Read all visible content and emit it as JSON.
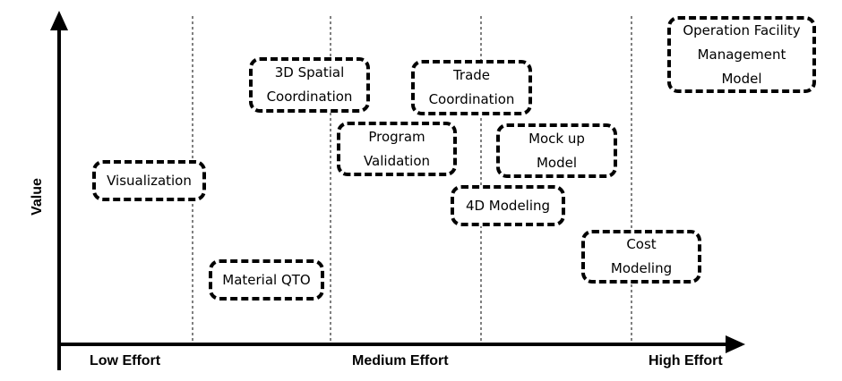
{
  "axes": {
    "y_label": "Value",
    "x_ticks": [
      "Low Effort",
      "Medium Effort",
      "High Effort"
    ]
  },
  "items": [
    {
      "id": "visualization",
      "label": "Visualization"
    },
    {
      "id": "material-qto",
      "label": "Material QTO"
    },
    {
      "id": "3d-spatial-coordination",
      "label": "3D Spatial\nCoordination"
    },
    {
      "id": "program-validation",
      "label": "Program\nValidation"
    },
    {
      "id": "trade-coordination",
      "label": "Trade\nCoordination"
    },
    {
      "id": "4d-modeling",
      "label": "4D Modeling"
    },
    {
      "id": "mock-up-model",
      "label": "Mock up\nModel"
    },
    {
      "id": "cost-modeling",
      "label": "Cost\nModeling"
    },
    {
      "id": "operation-facility-management-model",
      "label": "Operation Facility\nManagement\nModel"
    }
  ]
}
